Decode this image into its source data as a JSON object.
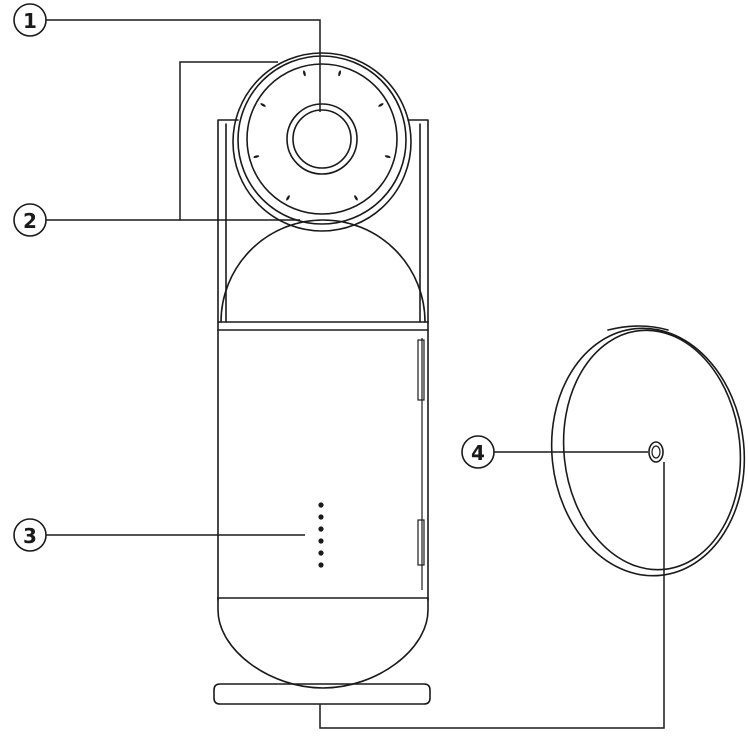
{
  "callouts": [
    {
      "id": "1",
      "part": "camera-lens"
    },
    {
      "id": "2",
      "part": "camera-head-ring"
    },
    {
      "id": "3",
      "part": "indicator-lights"
    },
    {
      "id": "4",
      "part": "base-plate-mount-hole"
    }
  ],
  "colors": {
    "line": "#1a1a1a",
    "background": "#ffffff"
  }
}
